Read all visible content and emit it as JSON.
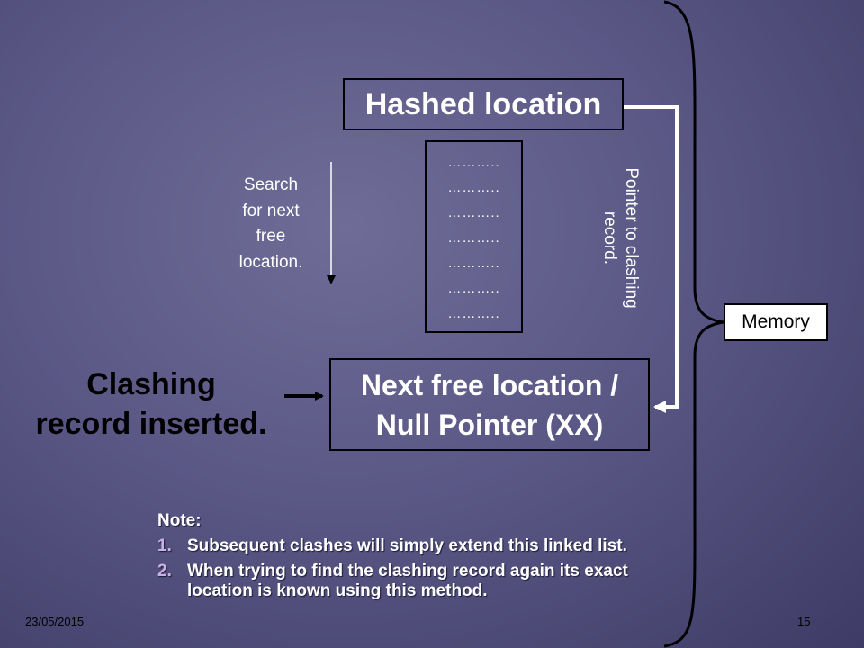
{
  "diagram": {
    "hashed_location": "Hashed location",
    "next_free_line1": "Next free location /",
    "next_free_line2": "Null Pointer (XX)",
    "dots": [
      "………..",
      "………..",
      "………..",
      "………..",
      "………..",
      "………..",
      "……….."
    ],
    "search_lines": [
      "Search",
      "for next",
      "free",
      "location."
    ],
    "pointer_label_line1": "Pointer to clashing",
    "pointer_label_line2": "record.",
    "memory_label": "Memory",
    "clashing_line1": "Clashing",
    "clashing_line2": "record inserted."
  },
  "note": {
    "title": "Note:",
    "items": [
      {
        "num": "1.",
        "text": "Subsequent clashes will simply extend this linked list."
      },
      {
        "num": "2.",
        "text": "When trying to find the clashing record again its exact location is known using this method."
      }
    ]
  },
  "footer": {
    "date": "23/05/2015",
    "page": "15"
  },
  "colors": {
    "background": "#5b5886",
    "text_light": "#ffffff",
    "text_dark": "#000000",
    "list_number": "#c9b2e3"
  }
}
